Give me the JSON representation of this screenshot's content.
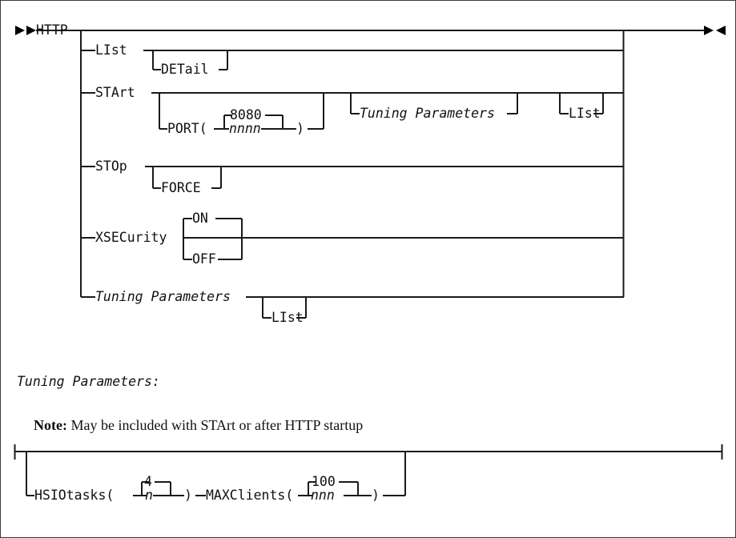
{
  "diagram": {
    "kind": "railroad-syntax-diagram",
    "title": "HTTP command syntax",
    "start_marker": "►►",
    "end_marker": "►◄",
    "main": {
      "keyword": "HTTP",
      "branches": [
        {
          "id": "list",
          "label": "LIst",
          "italic": false,
          "option": {
            "label": "DETail",
            "italic": false
          }
        },
        {
          "id": "start",
          "label": "STArt",
          "italic": false,
          "option": {
            "label": "PORT(",
            "close": ")",
            "default": "8080",
            "variable": "nnnn"
          },
          "extras": [
            {
              "label": "Tuning Parameters",
              "italic": true
            },
            {
              "label": "LIst",
              "italic": false
            }
          ]
        },
        {
          "id": "stop",
          "label": "STOp",
          "italic": false,
          "option": {
            "label": "FORCE",
            "italic": false
          }
        },
        {
          "id": "xsecurity",
          "label": "XSECurity",
          "italic": false,
          "choices": {
            "default": "ON",
            "alternate": "OFF"
          }
        },
        {
          "id": "tuning",
          "label": "Tuning Parameters",
          "italic": true,
          "option": {
            "label": "LIst",
            "italic": false
          }
        }
      ]
    },
    "fragment": {
      "heading": "Tuning Parameters:",
      "note_label": "Note:",
      "note_text": " May be included with STArt or after HTTP startup",
      "items": [
        {
          "label": "HSIOtasks(",
          "close": ")",
          "default": "4",
          "variable": "n"
        },
        {
          "label": "MAXClients(",
          "close": ")",
          "default": "100",
          "variable": "nnn"
        }
      ]
    },
    "colors": {
      "line": "#1a1a1a",
      "text": "#111111",
      "background": "#ffffff",
      "border": "#3a3a3a"
    }
  }
}
